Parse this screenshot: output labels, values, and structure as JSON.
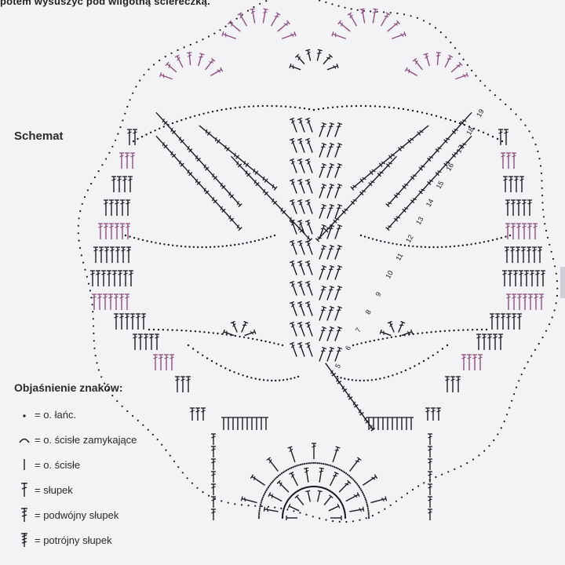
{
  "header": {
    "caption": "potem wysuszyć pod wilgotną ściereczką."
  },
  "diagram": {
    "title": "Schemat",
    "round_numbers": [
      "5",
      "6",
      "7",
      "8",
      "9",
      "10",
      "11",
      "12",
      "13",
      "14",
      "15",
      "16",
      "17",
      "18",
      "19"
    ]
  },
  "legend": {
    "title": "Objaśnienie znaków:",
    "items": [
      {
        "icon": "chain-stitch-icon",
        "label": "= o. łańc."
      },
      {
        "icon": "slip-stitch-icon",
        "label": "= o. ścisłe zamykające"
      },
      {
        "icon": "single-crochet-icon",
        "label": "= o. ścisłe"
      },
      {
        "icon": "double-crochet-icon",
        "label": "= słupek"
      },
      {
        "icon": "treble-crochet-icon",
        "label": "= podwójny słupek"
      },
      {
        "icon": "triple-treble-icon",
        "label": "= potrójny słupek"
      }
    ]
  },
  "colors": {
    "ink": "#1d1b22",
    "accent": "#8e4f7e",
    "background": "#f3f2f5"
  }
}
